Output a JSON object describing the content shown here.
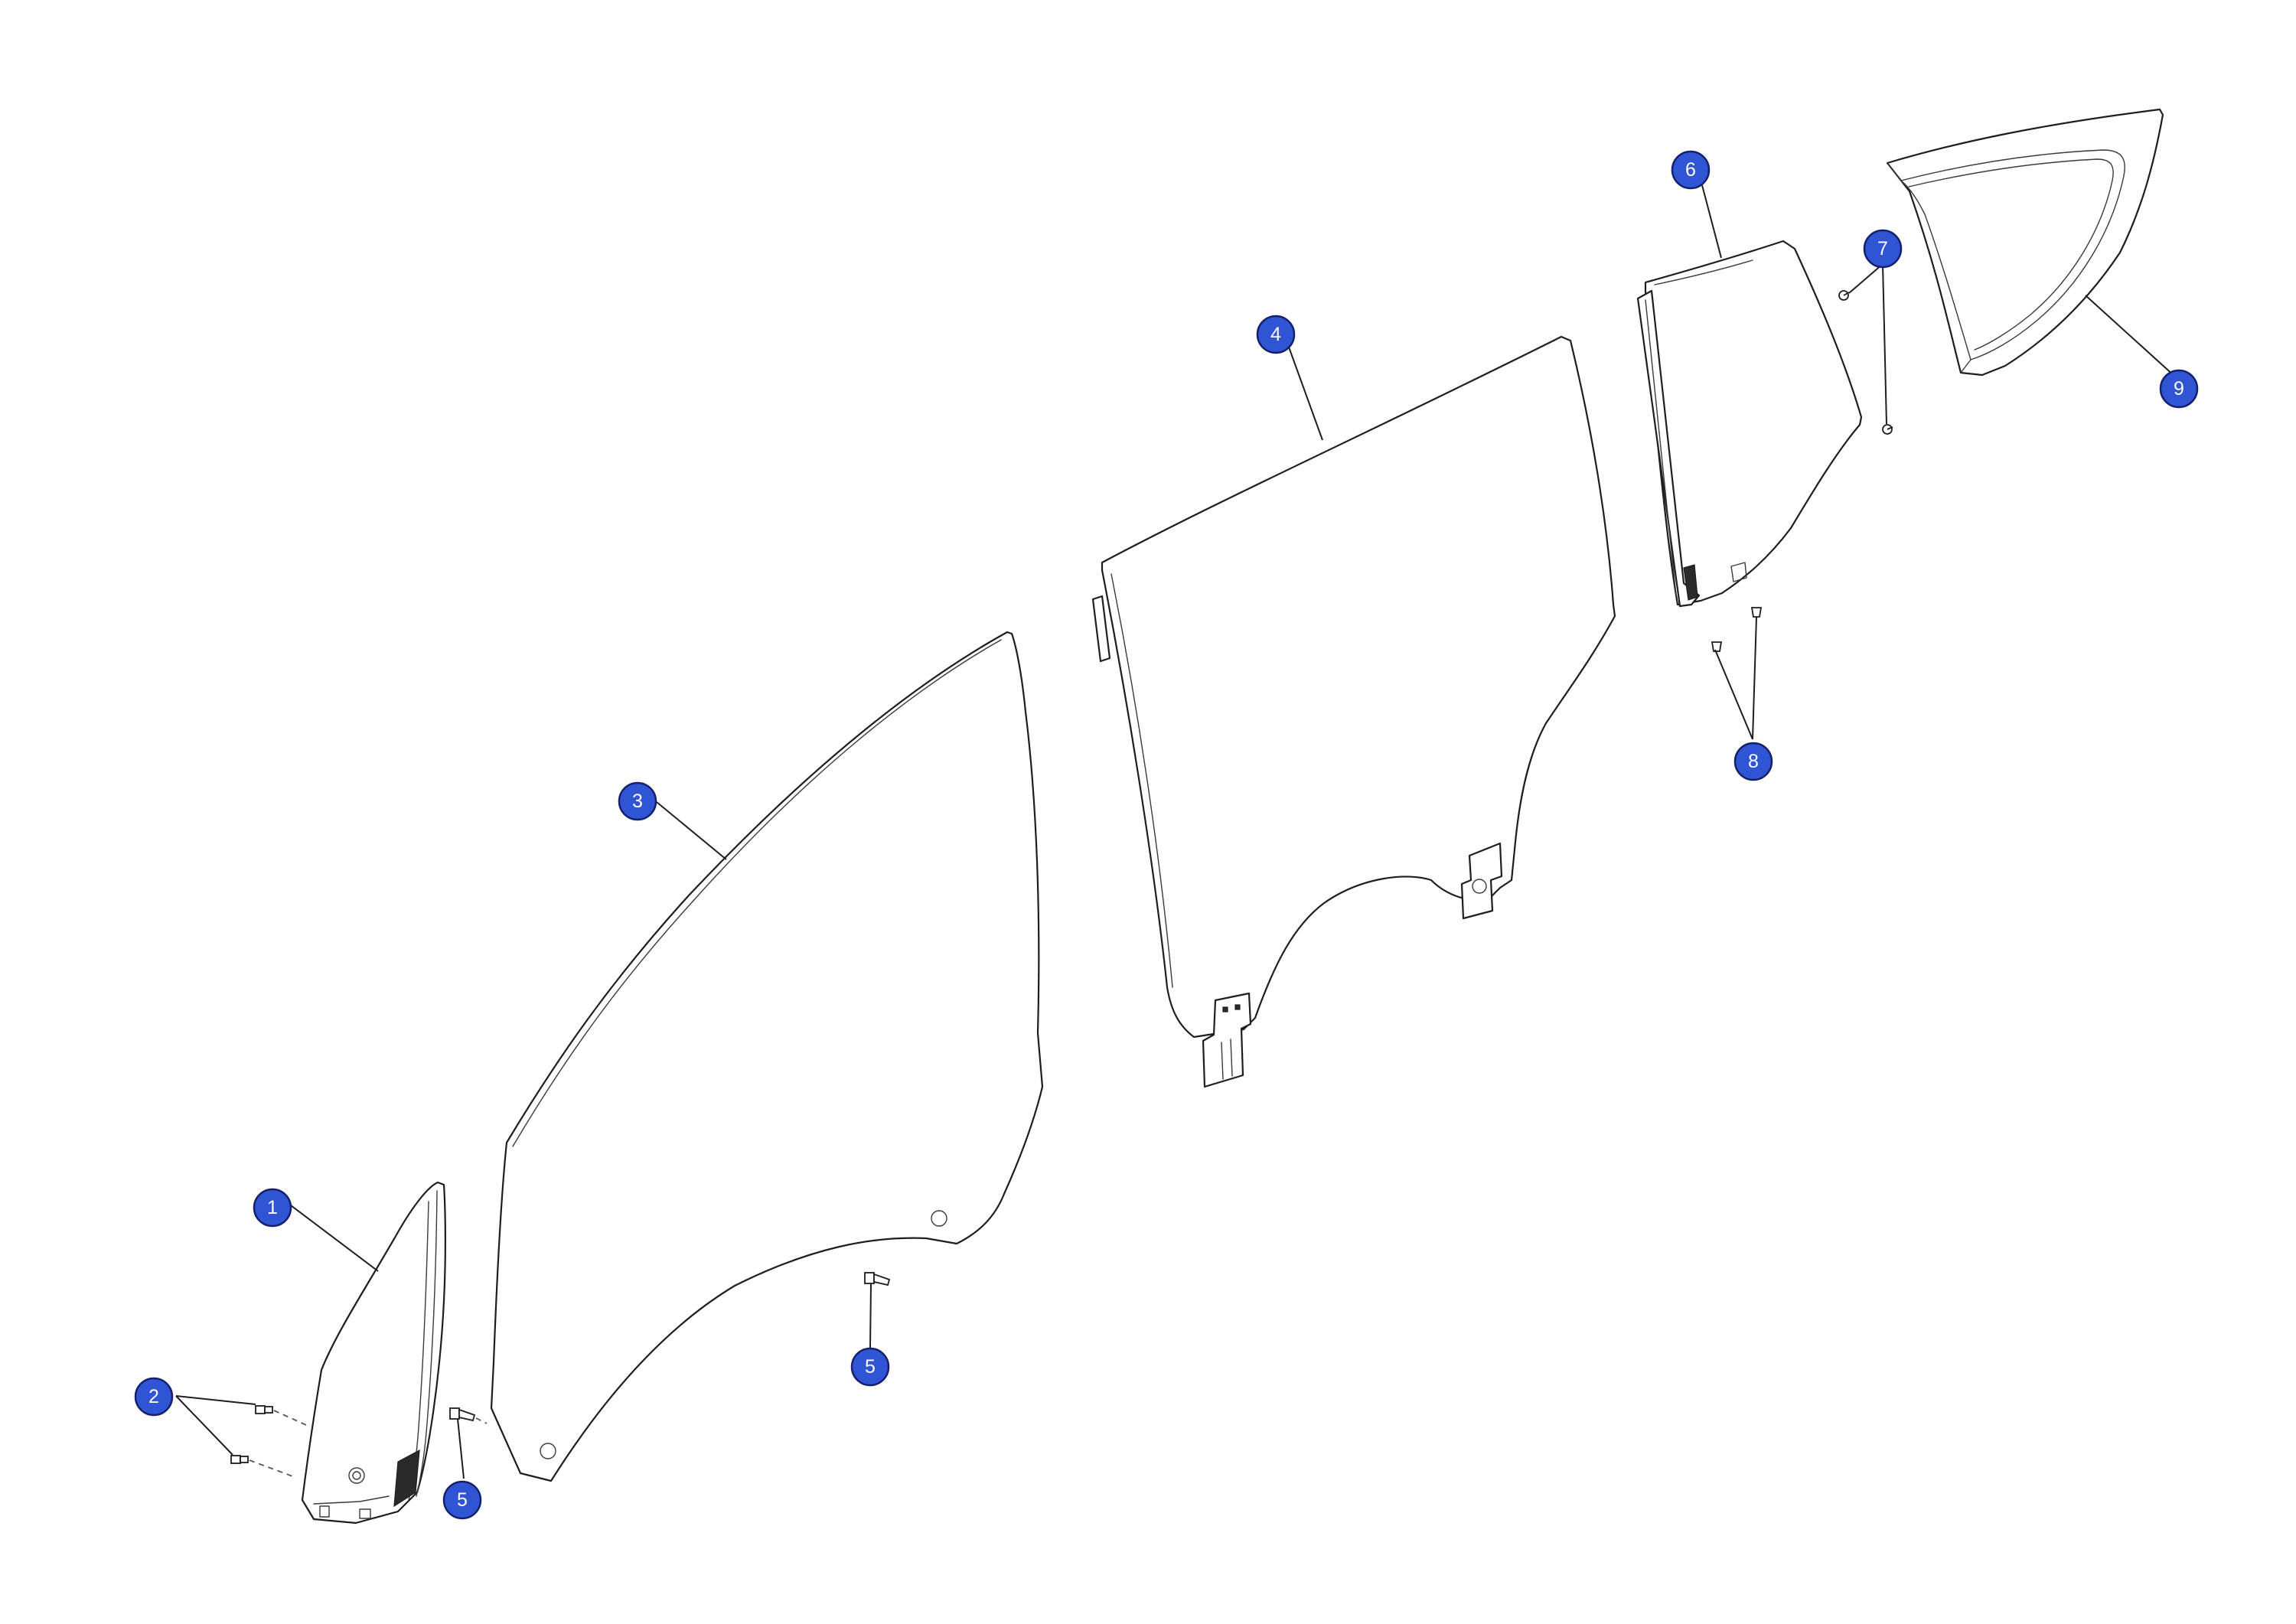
{
  "diagram": {
    "callout_color": "#2f55d4",
    "callout_outline": "#14206b",
    "callouts": [
      {
        "id": "c1",
        "label": "1"
      },
      {
        "id": "c2",
        "label": "2"
      },
      {
        "id": "c3",
        "label": "3"
      },
      {
        "id": "c4",
        "label": "4"
      },
      {
        "id": "c5a",
        "label": "5"
      },
      {
        "id": "c5b",
        "label": "5"
      },
      {
        "id": "c6",
        "label": "6"
      },
      {
        "id": "c7",
        "label": "7"
      },
      {
        "id": "c8",
        "label": "8"
      },
      {
        "id": "c9",
        "label": "9"
      }
    ]
  }
}
